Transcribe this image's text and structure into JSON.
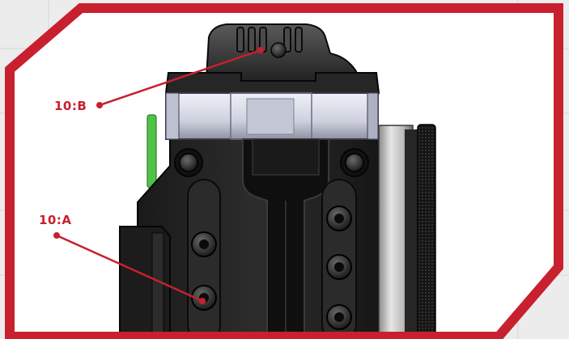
{
  "colors": {
    "accent": "#c8202f",
    "part_dark": "#2b2b2b",
    "part_black": "#121212",
    "clamp_face": "#d9dbe6",
    "clamp_face_shadow": "#9ea0b0",
    "spring_green": "#4fc24a",
    "background": "#ececec",
    "backdrop_lines": "#dcdcdc"
  },
  "callouts": [
    {
      "label": "10:B"
    },
    {
      "label": "10:A"
    }
  ],
  "icons": {
    "frame": "red-octagon-frame",
    "part": "mount-bracket-illustration"
  }
}
